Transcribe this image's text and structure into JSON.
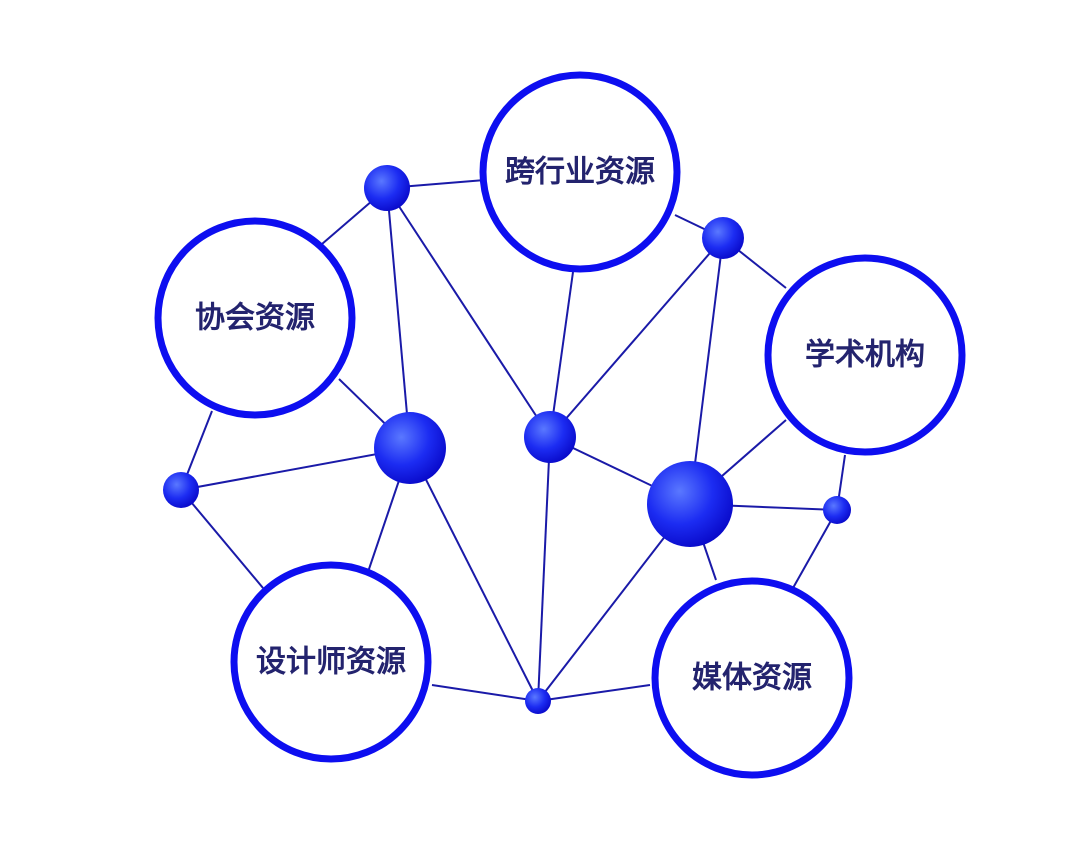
{
  "diagram": {
    "hubs": [
      {
        "id": "cross-industry",
        "label": "跨行业资源"
      },
      {
        "id": "association",
        "label": "协会资源"
      },
      {
        "id": "academic",
        "label": "学术机构"
      },
      {
        "id": "designer",
        "label": "设计师资源"
      },
      {
        "id": "media",
        "label": "媒体资源"
      }
    ],
    "colors": {
      "ring": "#0d0ef0",
      "label": "#23236e",
      "edge": "#1a1aa8",
      "node_light": "#4f6bff",
      "node_dark": "#0a0ad8"
    }
  }
}
